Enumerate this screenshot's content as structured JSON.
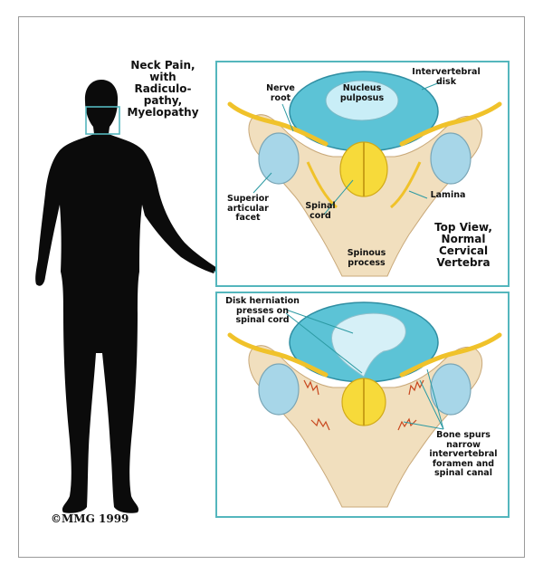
{
  "title": "Neck Pain,\nwith\nRadiculo-\npathy,\nMyelopathy",
  "copyright": "©MMG 1999",
  "colors": {
    "panel_border": "#54b6bd",
    "disk": "#5cc3d6",
    "nucleus": "#c9eef7",
    "bone": "#f1dfbe",
    "facet": "#a7d6e8",
    "cord": "#f7da3a",
    "nerve": "#f0c22a",
    "spur": "#c8471e",
    "silhouette": "#0b0b0b"
  },
  "top_panel": {
    "labels": {
      "nucleus": "Nucleus\npulposus",
      "intervertebral_disk": "Intervertebral\ndisk",
      "nerve_root": "Nerve\nroot",
      "superior_articular_facet": "Superior\narticular\nfacet",
      "spinal_cord": "Spinal\ncord",
      "lamina": "Lamina",
      "spinous_process": "Spinous\nprocess",
      "view_title": "Top View,\nNormal\nCervical\nVertebra"
    }
  },
  "bottom_panel": {
    "labels": {
      "disk_herniation": "Disk herniation\npresses on\nspinal cord",
      "bone_spurs": "Bone spurs\nnarrow\nintervertebral\nforamen and\nspinal canal"
    }
  }
}
